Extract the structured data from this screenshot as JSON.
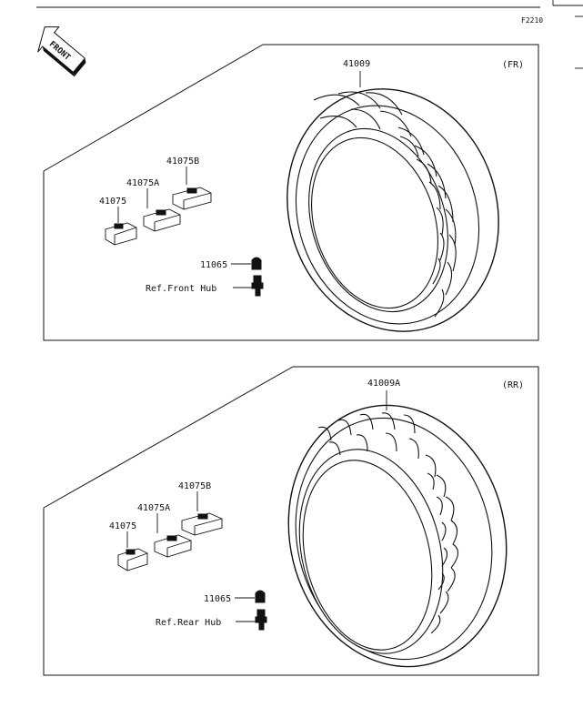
{
  "header": {
    "code": "F2210"
  },
  "arrow": {
    "label": "FRONT"
  },
  "front_section": {
    "position_label": "(FR)",
    "tire_part": "41009",
    "weights": [
      "41075B",
      "41075A",
      "41075"
    ],
    "valve_part": "11065",
    "hub_ref": "Ref.Front Hub"
  },
  "rear_section": {
    "position_label": "(RR)",
    "tire_part": "41009A",
    "weights": [
      "41075B",
      "41075A",
      "41075"
    ],
    "valve_part": "11065",
    "hub_ref": "Ref.Rear Hub"
  },
  "colors": {
    "line": "#111111",
    "background": "#ffffff"
  }
}
